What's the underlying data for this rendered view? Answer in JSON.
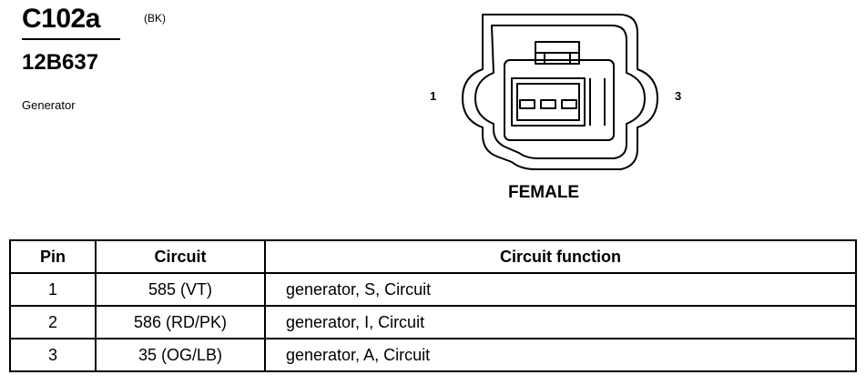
{
  "connector": {
    "id": "C102a",
    "color_code": "(BK)",
    "part_number": "12B637",
    "description": "Generator",
    "gender": "FEMALE",
    "pin_labels": {
      "left": "1",
      "right": "3"
    }
  },
  "table": {
    "headers": {
      "pin": "Pin",
      "circuit": "Circuit",
      "function": "Circuit function"
    },
    "rows": [
      {
        "pin": "1",
        "circuit": "585 (VT)",
        "function": "generator, S, Circuit"
      },
      {
        "pin": "2",
        "circuit": "586 (RD/PK)",
        "function": "generator, I, Circuit"
      },
      {
        "pin": "3",
        "circuit": "35 (OG/LB)",
        "function": "generator, A, Circuit"
      }
    ]
  }
}
